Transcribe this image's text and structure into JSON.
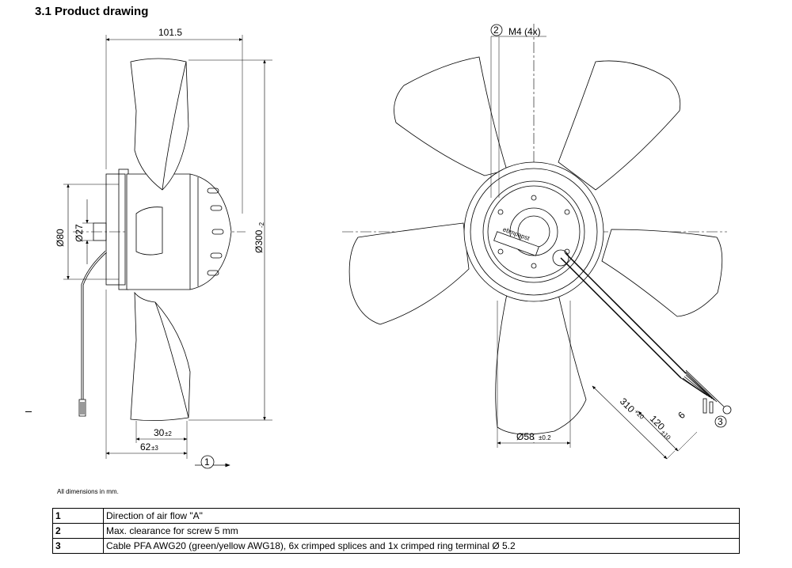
{
  "section": {
    "title": "3.1 Product drawing"
  },
  "note": "All dimensions in mm.",
  "side_view": {
    "dims": {
      "width_top": "101.5",
      "d80": "Ø80",
      "d27": "Ø27",
      "d300": "Ø300",
      "d300_tol": "-2",
      "d30": "30",
      "d30_tol": "±2",
      "d62": "62",
      "d62_tol": "±3"
    },
    "callout": "1"
  },
  "front_view": {
    "dims": {
      "m4": "M4 (4x)",
      "d58": "Ø58",
      "d58_tol": "±0.2",
      "l310": "310",
      "l310_tol": "+20",
      "l120": "120",
      "l120_tol": "±10",
      "l6": "6"
    },
    "callouts": {
      "c2": "2",
      "c3": "3"
    },
    "label_text": "ebmpapst"
  },
  "legend": {
    "rows": [
      {
        "num": "1",
        "text": "Direction of air flow \"A\""
      },
      {
        "num": "2",
        "text": "Max. clearance for screw 5 mm"
      },
      {
        "num": "3",
        "text": "Cable PFA AWG20 (green/yellow AWG18), 6x crimped splices and 1x crimped ring terminal Ø 5.2"
      }
    ]
  }
}
